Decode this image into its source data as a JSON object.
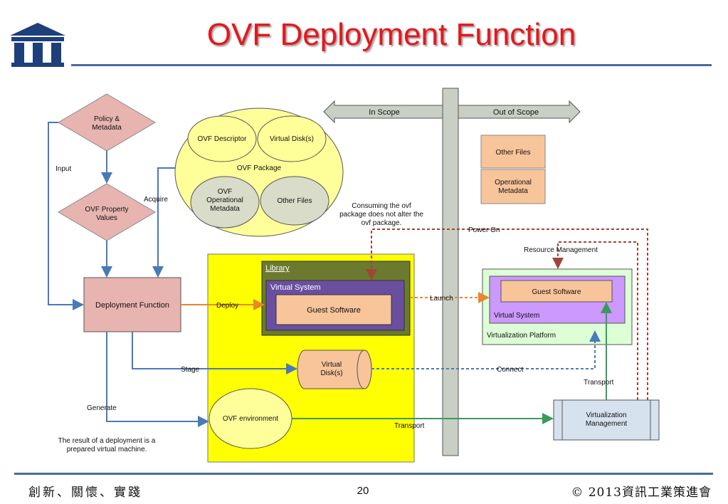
{
  "slide": {
    "title": "OVF Deployment Function",
    "footer_left": "創新、關懷、實踐",
    "page_number": "20",
    "footer_right": "© 2013資訊工業策進會"
  },
  "diagram": {
    "scope_in": "In Scope",
    "scope_out": "Out of Scope",
    "policy_line1": "Policy &",
    "policy_line2": "Metadata",
    "ovf_prop_line1": "OVF Property",
    "ovf_prop_line2": "Values",
    "deployment_function": "Deployment Function",
    "input_label": "Input",
    "acquire_label": "Acquire",
    "ovf_descriptor": "OVF Descriptor",
    "virtual_disks_pkg": "Virtual Disk(s)",
    "ovf_package": "OVF Package",
    "ovf_opmeta_line1": "OVF",
    "ovf_opmeta_line2": "Operational",
    "ovf_opmeta_line3": "Metadata",
    "other_files_pkg": "Other Files",
    "consuming_line1": "Consuming the ovf",
    "consuming_line2": "package does not alter the",
    "consuming_line3": "ovf package.",
    "other_files_out": "Other Files",
    "operational_line1": "Operational",
    "operational_line2": "Metadata",
    "library": "Library",
    "virtual_system": "Virtual System",
    "guest_software": "Guest Software",
    "deploy_label": "Deploy",
    "launch_label": "Launch",
    "power_on_label": "Power On",
    "resource_management": "Resource Management",
    "guest_software_rt": "Guest Software",
    "virtual_system_rt": "Virtual System",
    "virtualization_platform": "Virtualization Platform",
    "stage_label": "Stage",
    "vdisk_line1": "Virtual",
    "vdisk_line2": "Disk(s)",
    "connect_label": "Connect",
    "generate_label": "Generate",
    "ovf_environment": "OVF environment",
    "transport_label": "Transport",
    "transport_label_2": "Transport",
    "virt_mgmt_line1": "Virtualization",
    "virt_mgmt_line2": "Management",
    "result_line1": "The result of a deployment is a",
    "result_line2": "prepared virtual machine."
  },
  "colors": {
    "title": "#e8161b",
    "rule": "#4a6aa0",
    "diamond": "#e8b4b0",
    "package": "#ffff99",
    "yellow_box": "#ffff00",
    "library": "#6b7a2e",
    "virtual_system": "#6a4fa0",
    "guest_software": "#f8c49a",
    "platform": "#ddffd6",
    "mgmt": "#d6e2ee",
    "arrow_blue": "#4a7ab8",
    "arrow_orange": "#e8872c",
    "arrow_green": "#3a9a5c",
    "arrow_red": "#a0453a"
  },
  "icons": {
    "logo": "institute-logo-icon"
  }
}
